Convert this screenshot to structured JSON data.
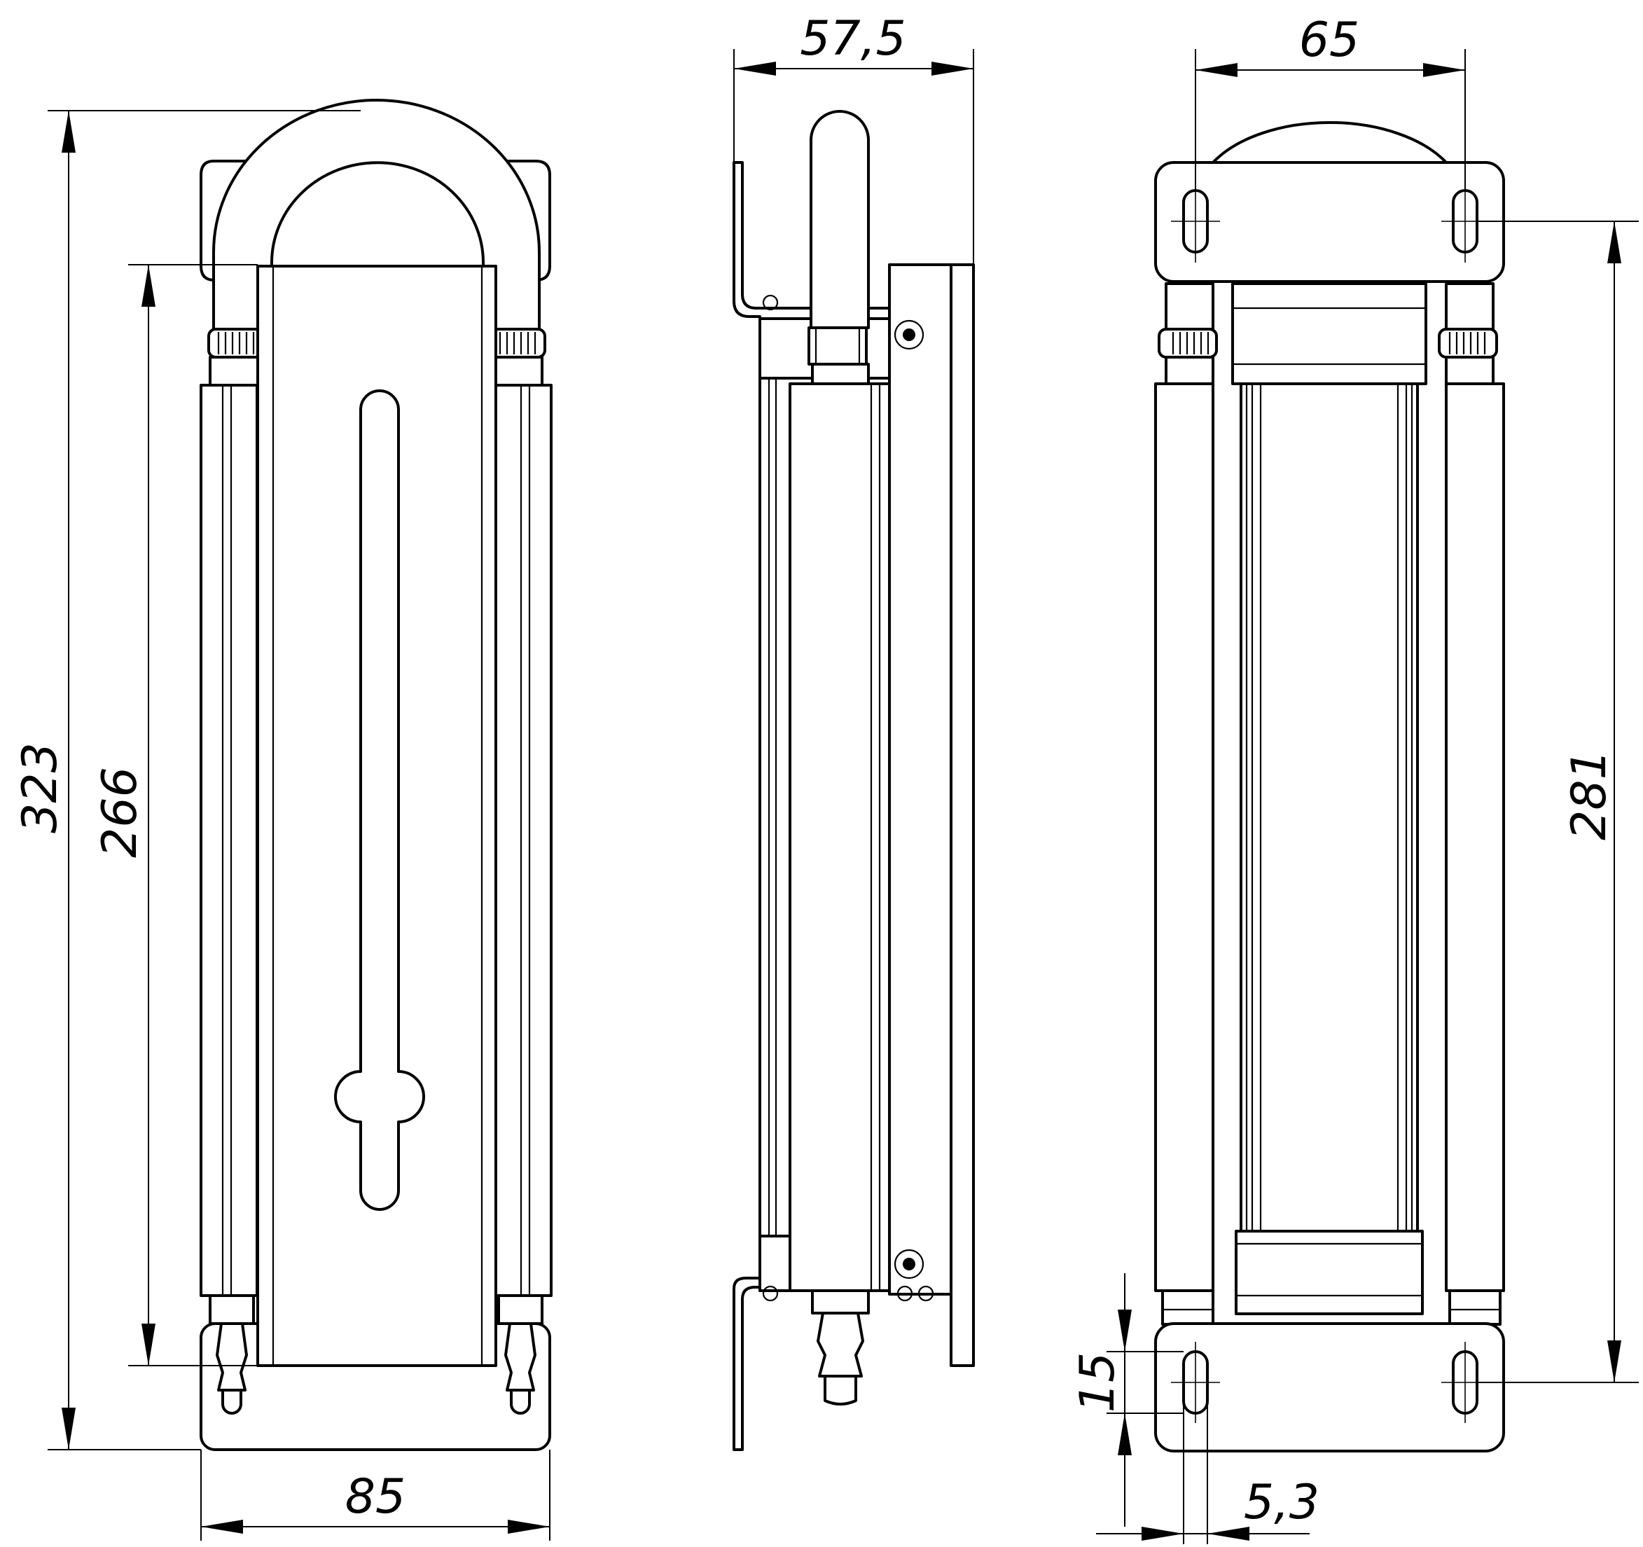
{
  "dimensions": {
    "front_total_height": "323",
    "front_body_height": "266",
    "front_width": "85",
    "side_depth": "57,5",
    "back_slot_spacing": "65",
    "back_height": "281",
    "slot_length": "15",
    "slot_width": "5,3"
  }
}
